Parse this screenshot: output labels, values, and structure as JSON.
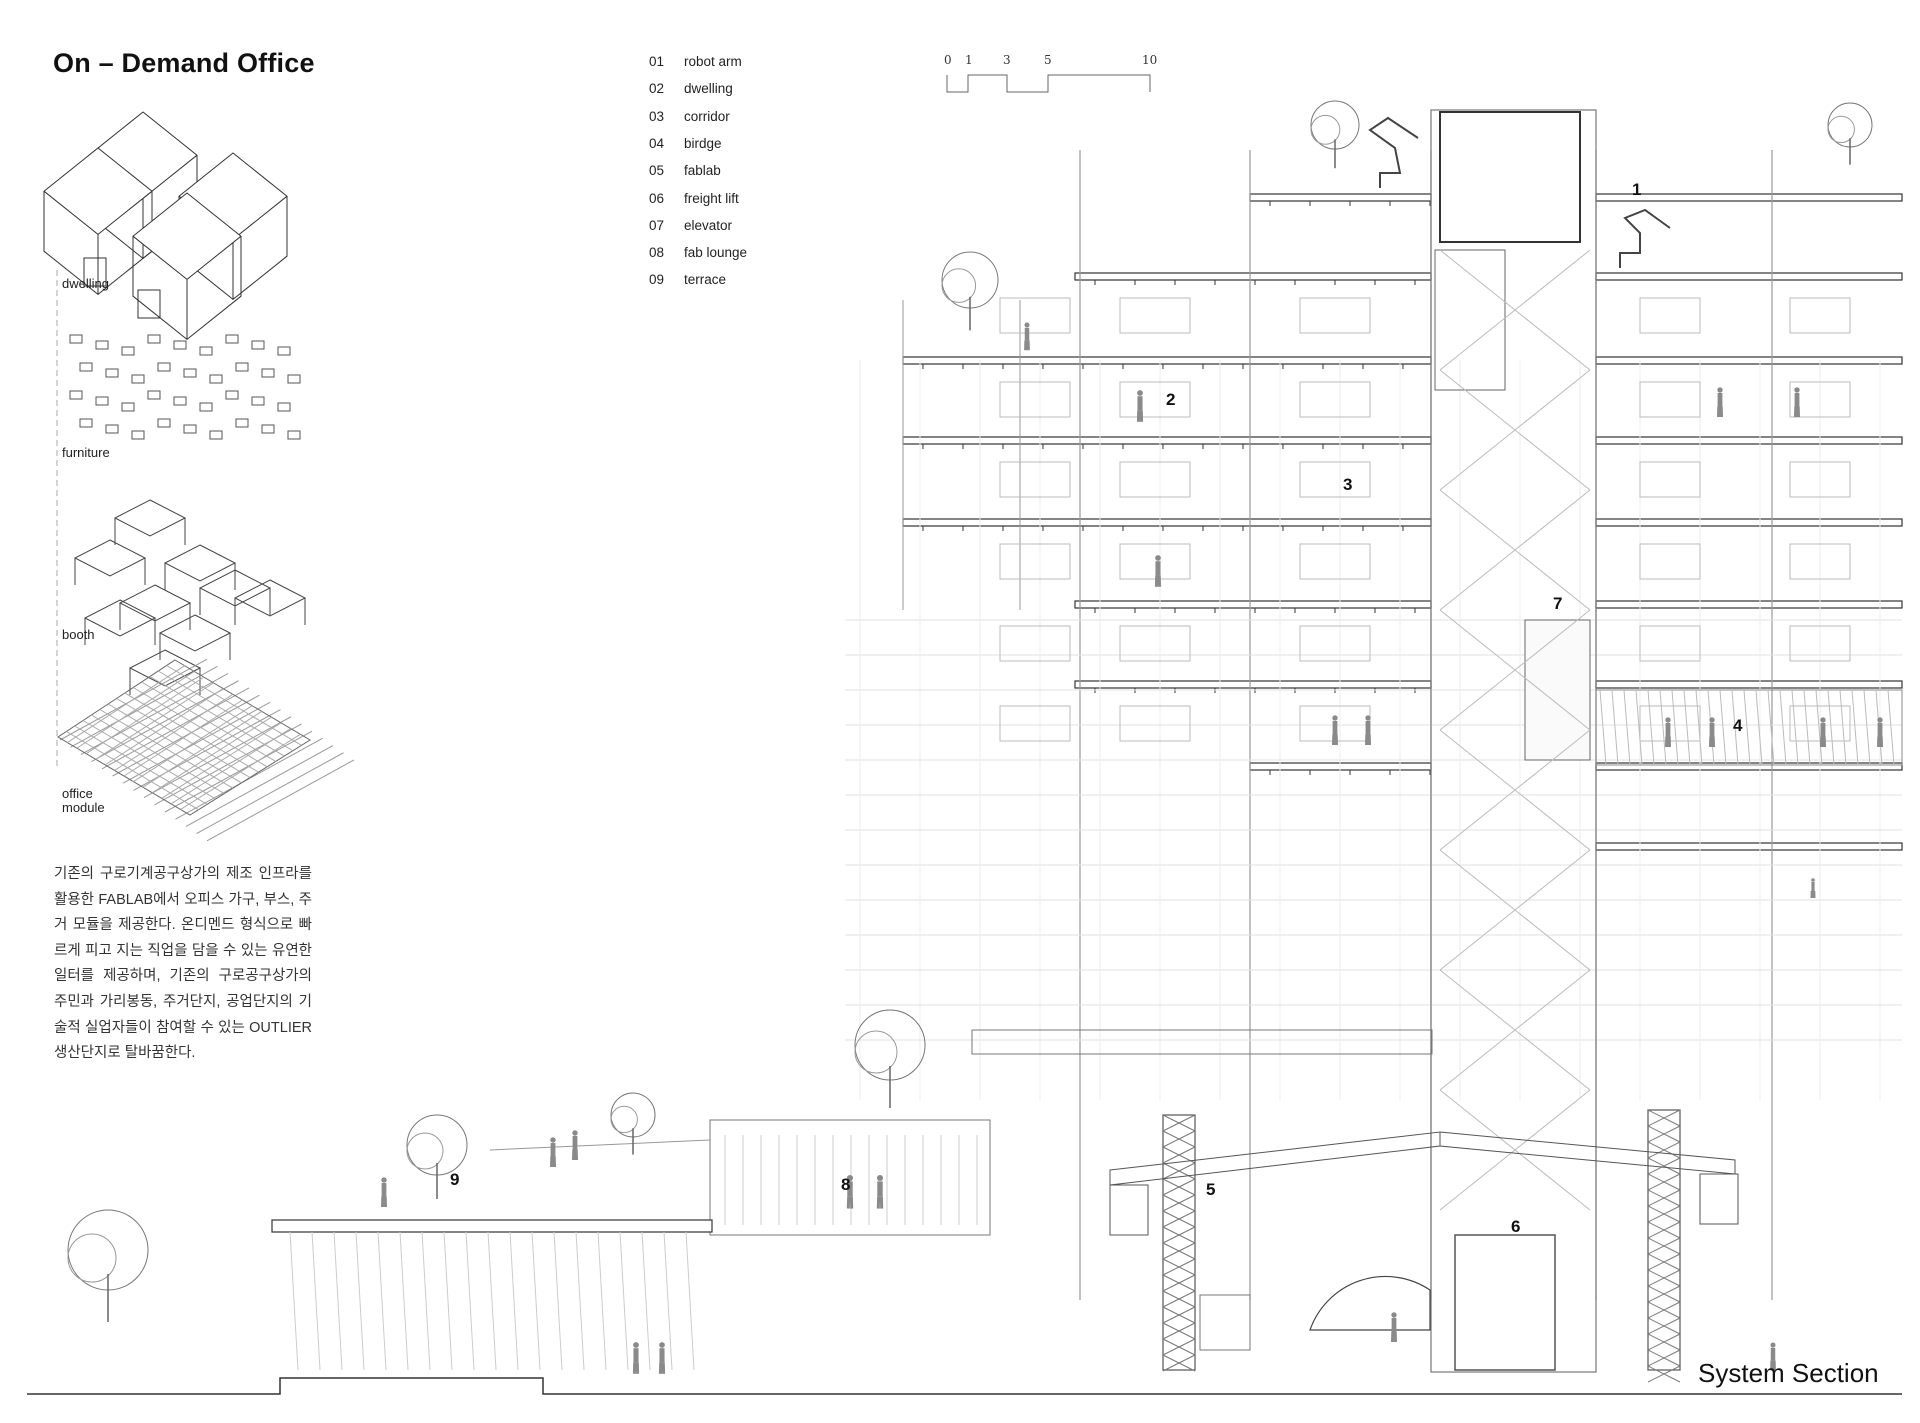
{
  "title": "On – Demand Office",
  "legend": [
    {
      "num": "01",
      "label": "robot arm"
    },
    {
      "num": "02",
      "label": "dwelling"
    },
    {
      "num": "03",
      "label": "corridor"
    },
    {
      "num": "04",
      "label": "birdge"
    },
    {
      "num": "05",
      "label": "fablab"
    },
    {
      "num": "06",
      "label": "freight lift"
    },
    {
      "num": "07",
      "label": "elevator"
    },
    {
      "num": "08",
      "label": "fab lounge"
    },
    {
      "num": "09",
      "label": "terrace"
    }
  ],
  "scale_bar": {
    "ticks": [
      "0",
      "1",
      "3",
      "5",
      "10"
    ]
  },
  "axon_labels": {
    "dwelling": "dwelling",
    "furniture": "furniture",
    "booth": "booth",
    "office_module": "office module"
  },
  "description": "기존의 구로기계공구상가의 제조 인프라를 활용한 FABLAB에서 오피스 가구, 부스, 주거 모듈을 제공한다. 온디멘드 형식으로 빠르게 피고 지는 직업을 담을 수 있는 유연한 일터를 제공하며, 기존의 구로공구상가의 주민과 가리봉동, 주거단지, 공업단지의 기술적 실업자들이 참여할 수 있는 OUTLIER 생산단지로 탈바꿈한다.",
  "section_numbers": [
    "1",
    "2",
    "3",
    "4",
    "5",
    "6",
    "7",
    "8",
    "9"
  ],
  "section_title": "System Section",
  "colors": {
    "line": "#9a9a9a",
    "dark": "#333333",
    "figure": "#8a8a8a"
  }
}
